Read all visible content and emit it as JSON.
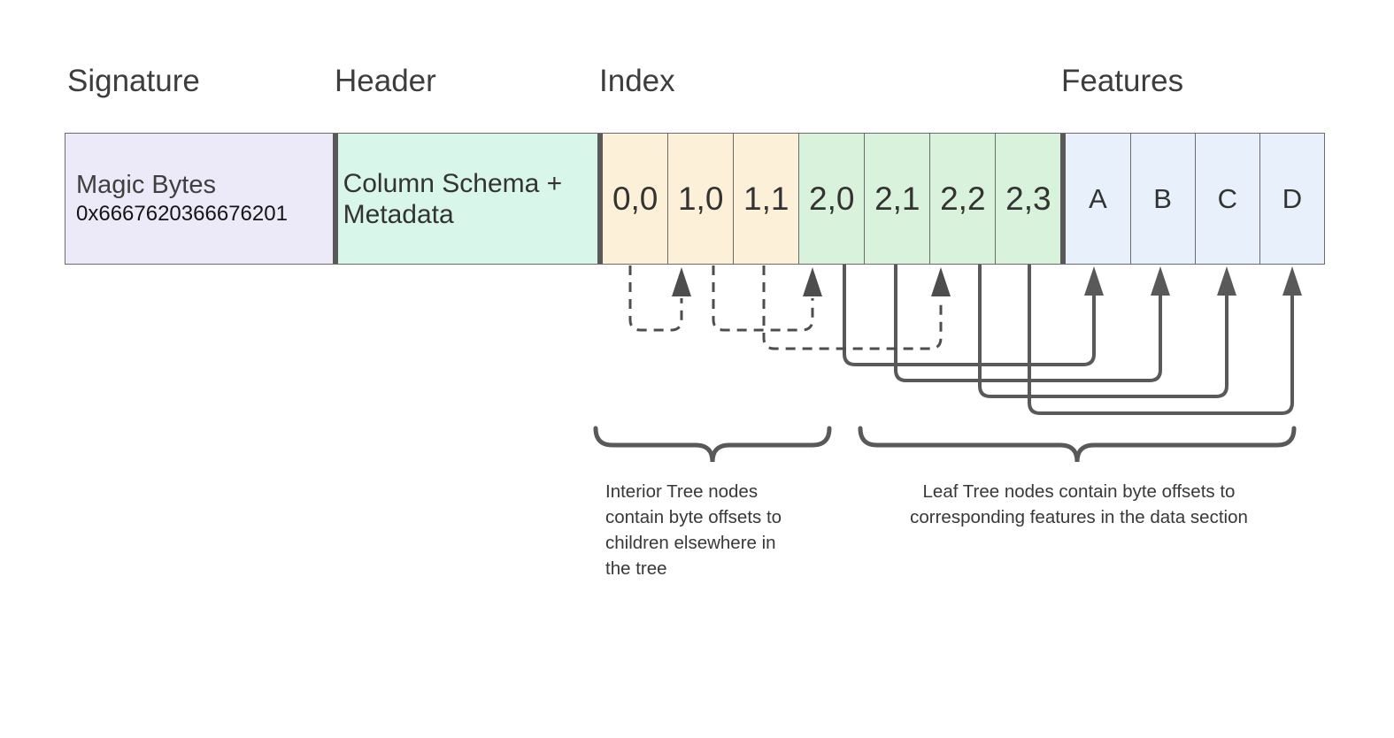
{
  "section_labels": {
    "signature": "Signature",
    "header": "Header",
    "index": "Index",
    "features": "Features"
  },
  "row": {
    "signature_cell": {
      "title": "Magic Bytes",
      "value": "0x6667620366676201"
    },
    "header_cell": {
      "text": "Column Schema +\nMetadata"
    },
    "index_cells": [
      {
        "label": "0,0",
        "type": "interior"
      },
      {
        "label": "1,0",
        "type": "interior"
      },
      {
        "label": "1,1",
        "type": "interior"
      },
      {
        "label": "2,0",
        "type": "leaf"
      },
      {
        "label": "2,1",
        "type": "leaf"
      },
      {
        "label": "2,2",
        "type": "leaf"
      },
      {
        "label": "2,3",
        "type": "leaf"
      }
    ],
    "feature_cells": [
      {
        "label": "A"
      },
      {
        "label": "B"
      },
      {
        "label": "C"
      },
      {
        "label": "D"
      }
    ]
  },
  "connections": {
    "dashed_interior_links": [
      {
        "from": "0,0",
        "to": "1,0"
      },
      {
        "from": "1,0",
        "to": "2,0"
      },
      {
        "from": "1,1",
        "to": "2,2"
      }
    ],
    "solid_leaf_links": [
      {
        "from": "2,0",
        "to": "A"
      },
      {
        "from": "2,1",
        "to": "B"
      },
      {
        "from": "2,2",
        "to": "C"
      },
      {
        "from": "2,3",
        "to": "D"
      }
    ]
  },
  "annotations": {
    "interior_note": "Interior Tree nodes\ncontain byte offsets to\nchildren elsewhere in\nthe tree",
    "leaf_note": "Leaf Tree nodes contain byte offsets to\ncorresponding features in the data section"
  },
  "colors": {
    "signature_bg": "#ECEAF9",
    "header_bg": "#D9F6EB",
    "interior_bg": "#FCF0D9",
    "leaf_bg": "#D9F2DC",
    "feature_bg": "#E8F0FB",
    "section_divider": "#595959",
    "cell_border": "#6B6B6B",
    "solid_arrow": "#595959",
    "dashed_arrow": "#4D4D4D",
    "text": "#333333"
  }
}
